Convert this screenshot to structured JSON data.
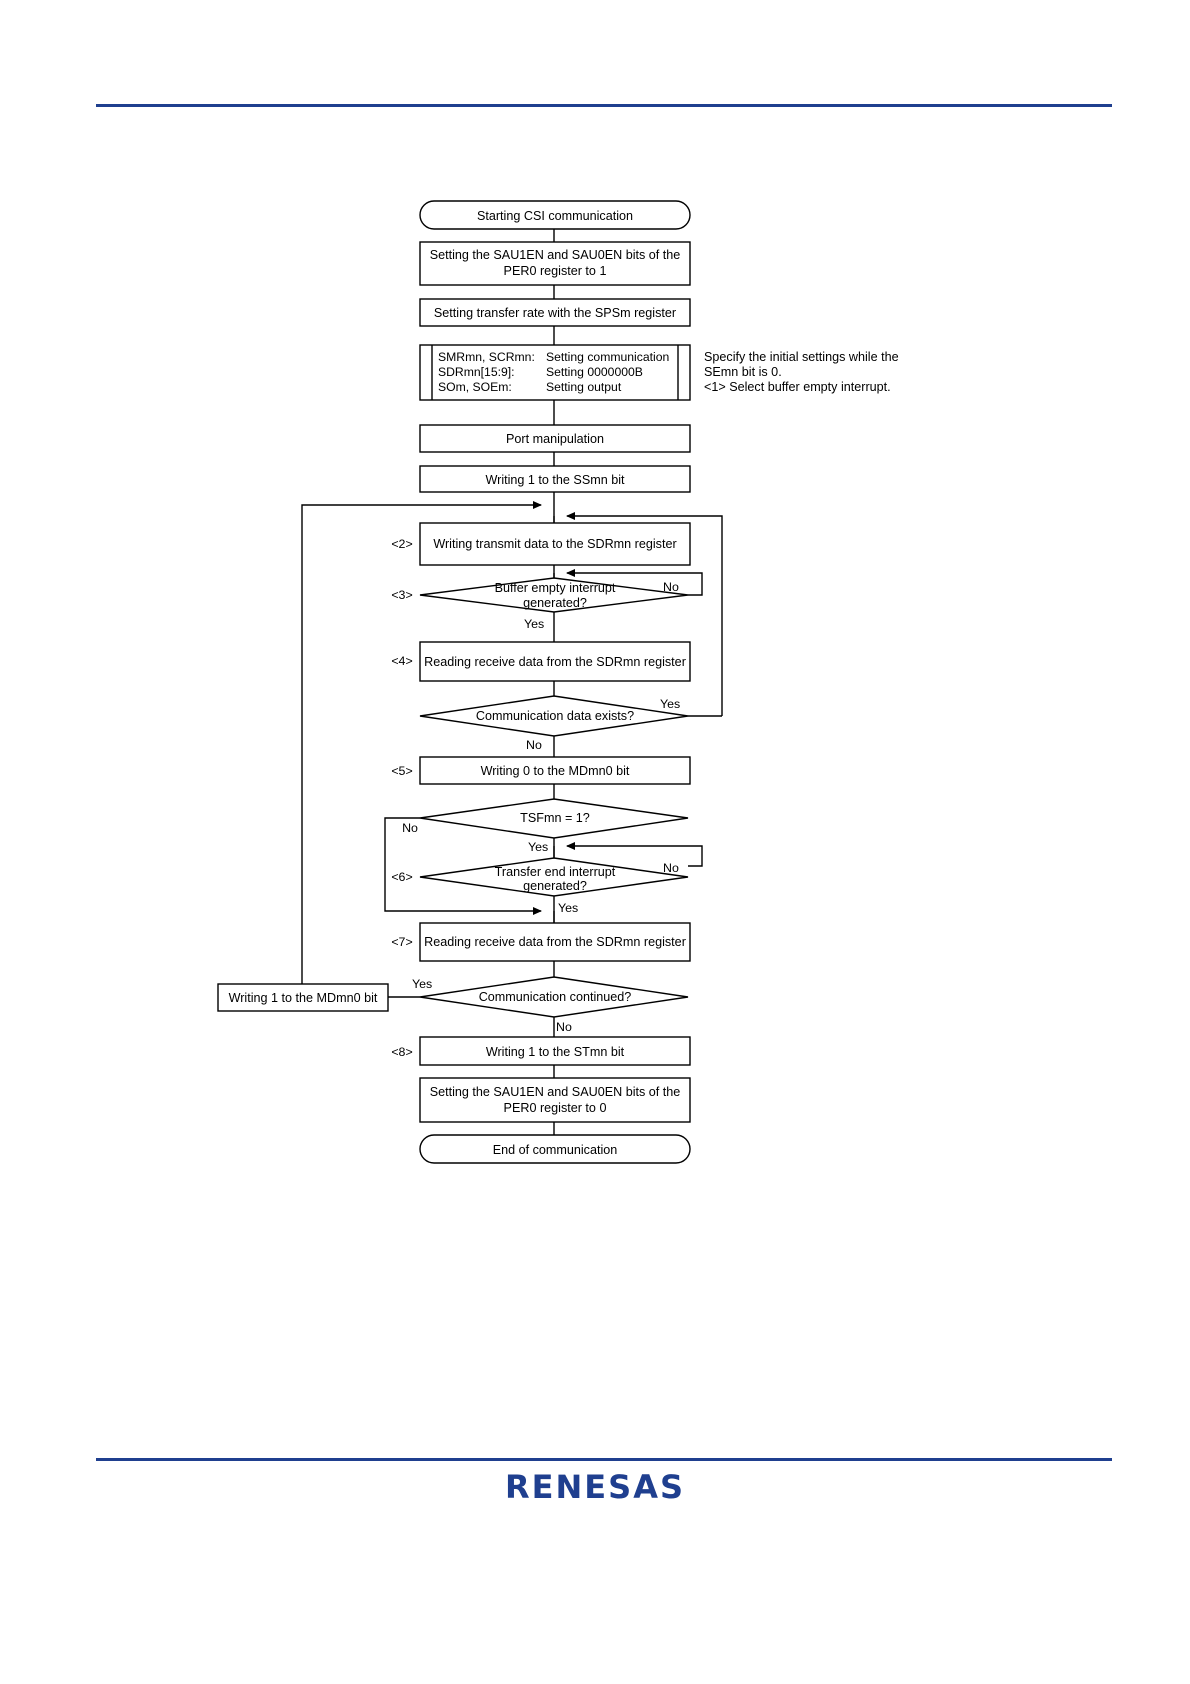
{
  "page": {
    "header_rule_color": "#1f3f8f",
    "footer_rule_color": "#1f3f8f",
    "footer_logo": "RENESAS"
  },
  "flowchart": {
    "type": "flowchart",
    "title": "Starting CSI communication",
    "nodes": [
      {
        "id": "start",
        "shape": "terminator",
        "text": "Starting CSI communication",
        "step": ""
      },
      {
        "id": "per0_on",
        "shape": "process",
        "line1": "Setting the SAU1EN and SAU0EN bits of the",
        "line2": "PER0 register to 1",
        "step": ""
      },
      {
        "id": "sps",
        "shape": "process",
        "text": "Setting transfer rate with the SPSm register",
        "step": ""
      },
      {
        "id": "regs",
        "shape": "predefined",
        "rows": [
          {
            "left": "SMRmn, SCRmn:",
            "right": "Setting communication"
          },
          {
            "left": "SDRmn[15:9]:",
            "right": "Setting 0000000B"
          },
          {
            "left": "SOm, SOEm:",
            "right": "Setting output"
          }
        ],
        "step": ""
      },
      {
        "id": "port",
        "shape": "process",
        "text": "Port manipulation",
        "step": ""
      },
      {
        "id": "ssmn",
        "shape": "process",
        "text": "Writing 1 to the SSmn bit",
        "step": ""
      },
      {
        "id": "tx",
        "shape": "process",
        "text": "Writing transmit data to the SDRmn register",
        "step": "<2>"
      },
      {
        "id": "bufempty",
        "shape": "decision",
        "line1": "Buffer empty interrupt",
        "line2": "generated?",
        "step": "<3>",
        "yes": "Yes",
        "no": "No"
      },
      {
        "id": "rx1",
        "shape": "process",
        "text": "Reading receive data from the SDRmn register",
        "step": "<4>"
      },
      {
        "id": "dataexists",
        "shape": "decision",
        "text": "Communication data exists?",
        "step": "",
        "yes": "Yes",
        "no": "No"
      },
      {
        "id": "mdmn0_0",
        "shape": "process",
        "text": "Writing 0 to the MDmn0 bit",
        "step": "<5>"
      },
      {
        "id": "tsfmn",
        "shape": "decision",
        "text": "TSFmn = 1?",
        "step": "",
        "yes": "Yes",
        "no": "No"
      },
      {
        "id": "endint",
        "shape": "decision",
        "line1": "Transfer end interrupt",
        "line2": "generated?",
        "step": "<6>",
        "yes": "Yes",
        "no": "No"
      },
      {
        "id": "rx2",
        "shape": "process",
        "text": "Reading receive data from the SDRmn register",
        "step": "<7>"
      },
      {
        "id": "contd",
        "shape": "decision",
        "text": "Communication continued?",
        "step": "",
        "yes": "Yes",
        "no": "No"
      },
      {
        "id": "mdmn0_1",
        "shape": "process",
        "text": "Writing 1 to the MDmn0 bit",
        "step": ""
      },
      {
        "id": "stmn",
        "shape": "process",
        "text": "Writing 1 to the STmn bit",
        "step": "<8>"
      },
      {
        "id": "per0_off",
        "shape": "process",
        "line1": "Setting the SAU1EN and SAU0EN bits of the",
        "line2": "PER0 register to 0",
        "step": ""
      },
      {
        "id": "end",
        "shape": "terminator",
        "text": "End of communication",
        "step": ""
      }
    ],
    "notes": [
      "Specify the initial settings while the",
      "SEmn bit is 0.",
      "<1> Select buffer empty interrupt."
    ]
  }
}
